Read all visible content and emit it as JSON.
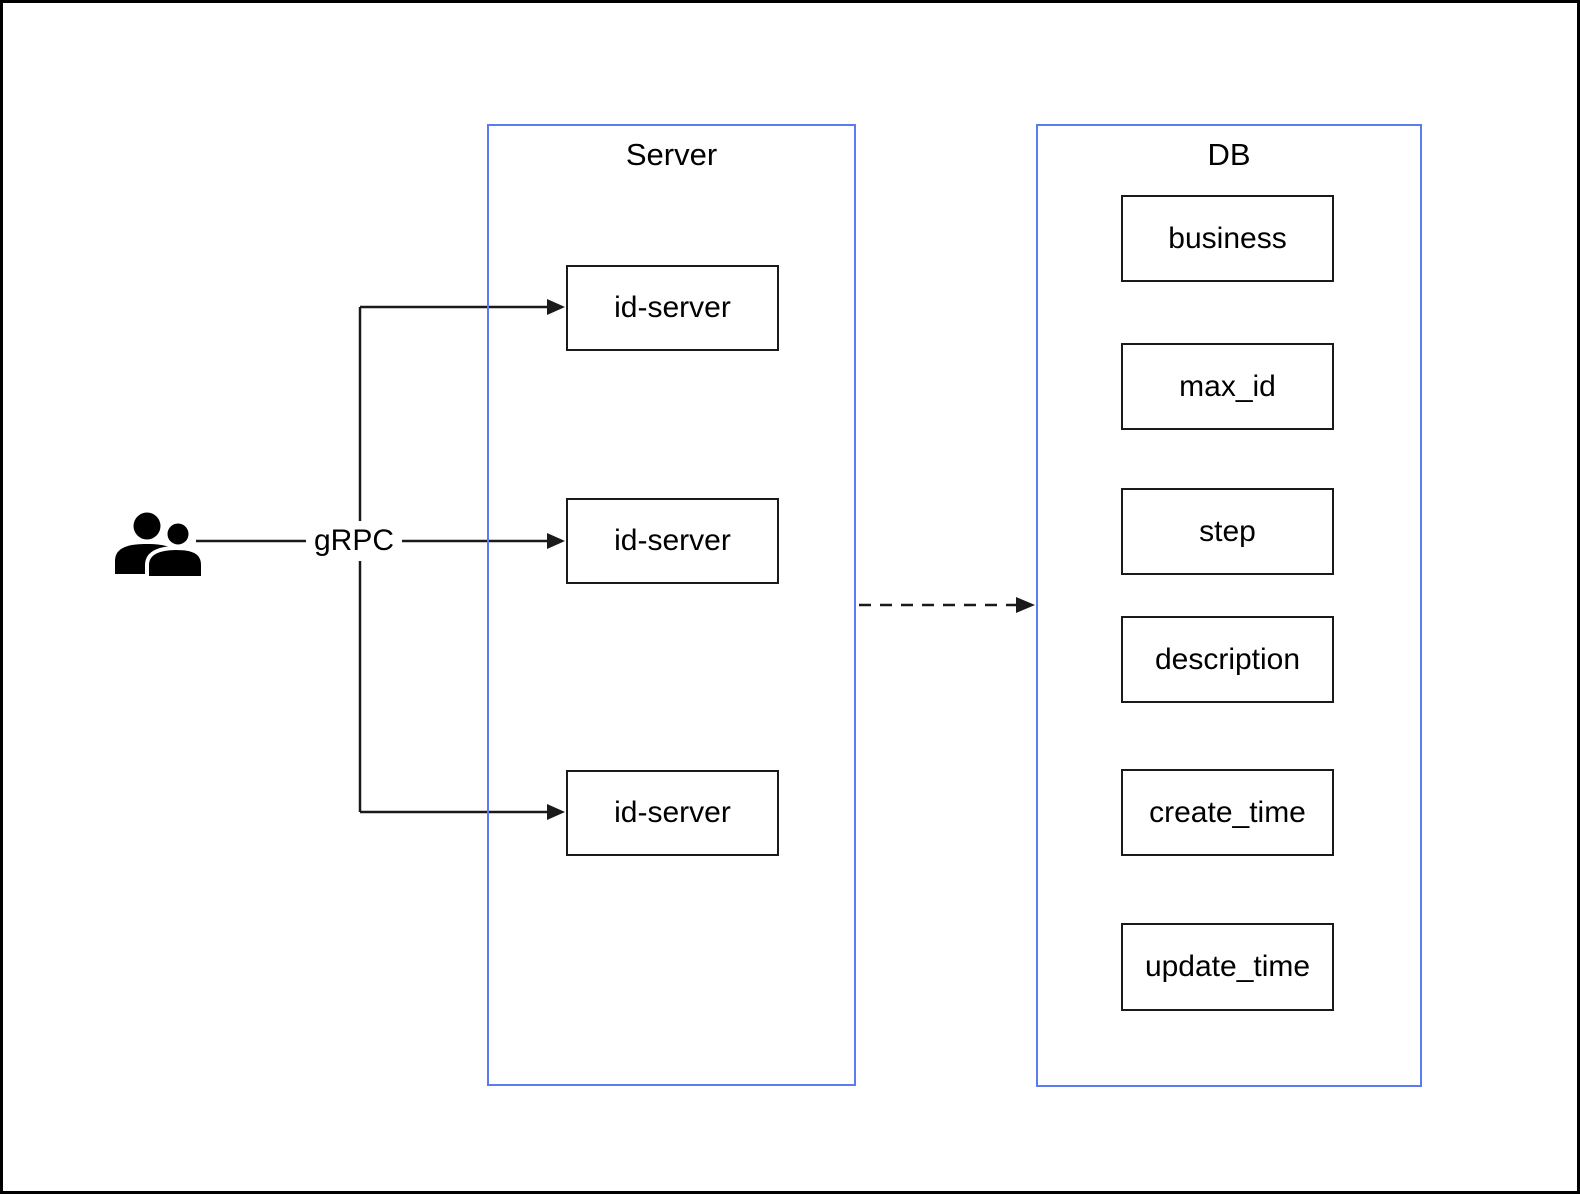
{
  "colors": {
    "canvas_border": "#000000",
    "container_border": "#5b7cf0",
    "box_border": "#1a1a1a",
    "line": "#1a1a1a",
    "text": "#000000",
    "background": "#ffffff"
  },
  "actor": {
    "icon": "users-icon"
  },
  "grpc": {
    "label": "gRPC"
  },
  "server": {
    "title": "Server",
    "nodes": [
      {
        "label": "id-server"
      },
      {
        "label": "id-server"
      },
      {
        "label": "id-server"
      }
    ]
  },
  "db": {
    "title": "DB",
    "fields": [
      {
        "label": "business"
      },
      {
        "label": "max_id"
      },
      {
        "label": "step"
      },
      {
        "label": "description"
      },
      {
        "label": "create_time"
      },
      {
        "label": "update_time"
      }
    ]
  }
}
